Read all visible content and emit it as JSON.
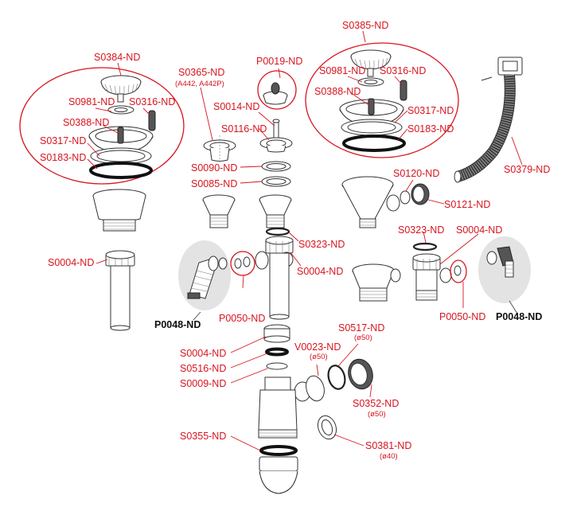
{
  "title": "Sink waste assembly exploded diagram",
  "colors": {
    "label": "#d8141e",
    "highlight_label": "#111111",
    "callout": "#d8141e",
    "grey_blob": "#e3e3e3",
    "part_stroke": "#333333"
  },
  "left_basket_group": {
    "group": "S0384-ND",
    "parts": [
      "S0981-ND",
      "S0316-ND",
      "S0388-ND",
      "S0317-ND",
      "S0183-ND"
    ]
  },
  "right_basket_group": {
    "group": "S0385-ND",
    "parts": [
      "S0981-ND",
      "S0316-ND",
      "S0388-ND",
      "S0317-ND",
      "S0183-ND"
    ]
  },
  "middle_parts": {
    "s0365": "S0365-ND",
    "s0365_sub": "(A442, A442P)",
    "p0019": "P0019-ND",
    "s0014": "S0014-ND",
    "s0116": "S0116-ND",
    "s0090": "S0090-ND",
    "s0085": "S0085-ND",
    "s0323": "S0323-ND",
    "s0004": "S0004-ND"
  },
  "left_parts": {
    "s0004": "S0004-ND",
    "p0048": "P0048-ND",
    "p0050": "P0050-ND"
  },
  "right_parts": {
    "s0379": "S0379-ND",
    "s0120": "S0120-ND",
    "s0121": "S0121-ND",
    "s0323": "S0323-ND",
    "s0004": "S0004-ND",
    "p0050": "P0050-ND",
    "p0048": "P0048-ND"
  },
  "trap_parts": {
    "s0004": "S0004-ND",
    "s0516": "S0516-ND",
    "s0009": "S0009-ND",
    "s0355": "S0355-ND",
    "v0023": "V0023-ND",
    "v0023_sub": "(ø50)",
    "s0517": "S0517-ND",
    "s0517_sub": "(ø50)",
    "s0352": "S0352-ND",
    "s0352_sub": "(ø50)",
    "s0381": "S0381-ND",
    "s0381_sub": "(ø40)"
  }
}
